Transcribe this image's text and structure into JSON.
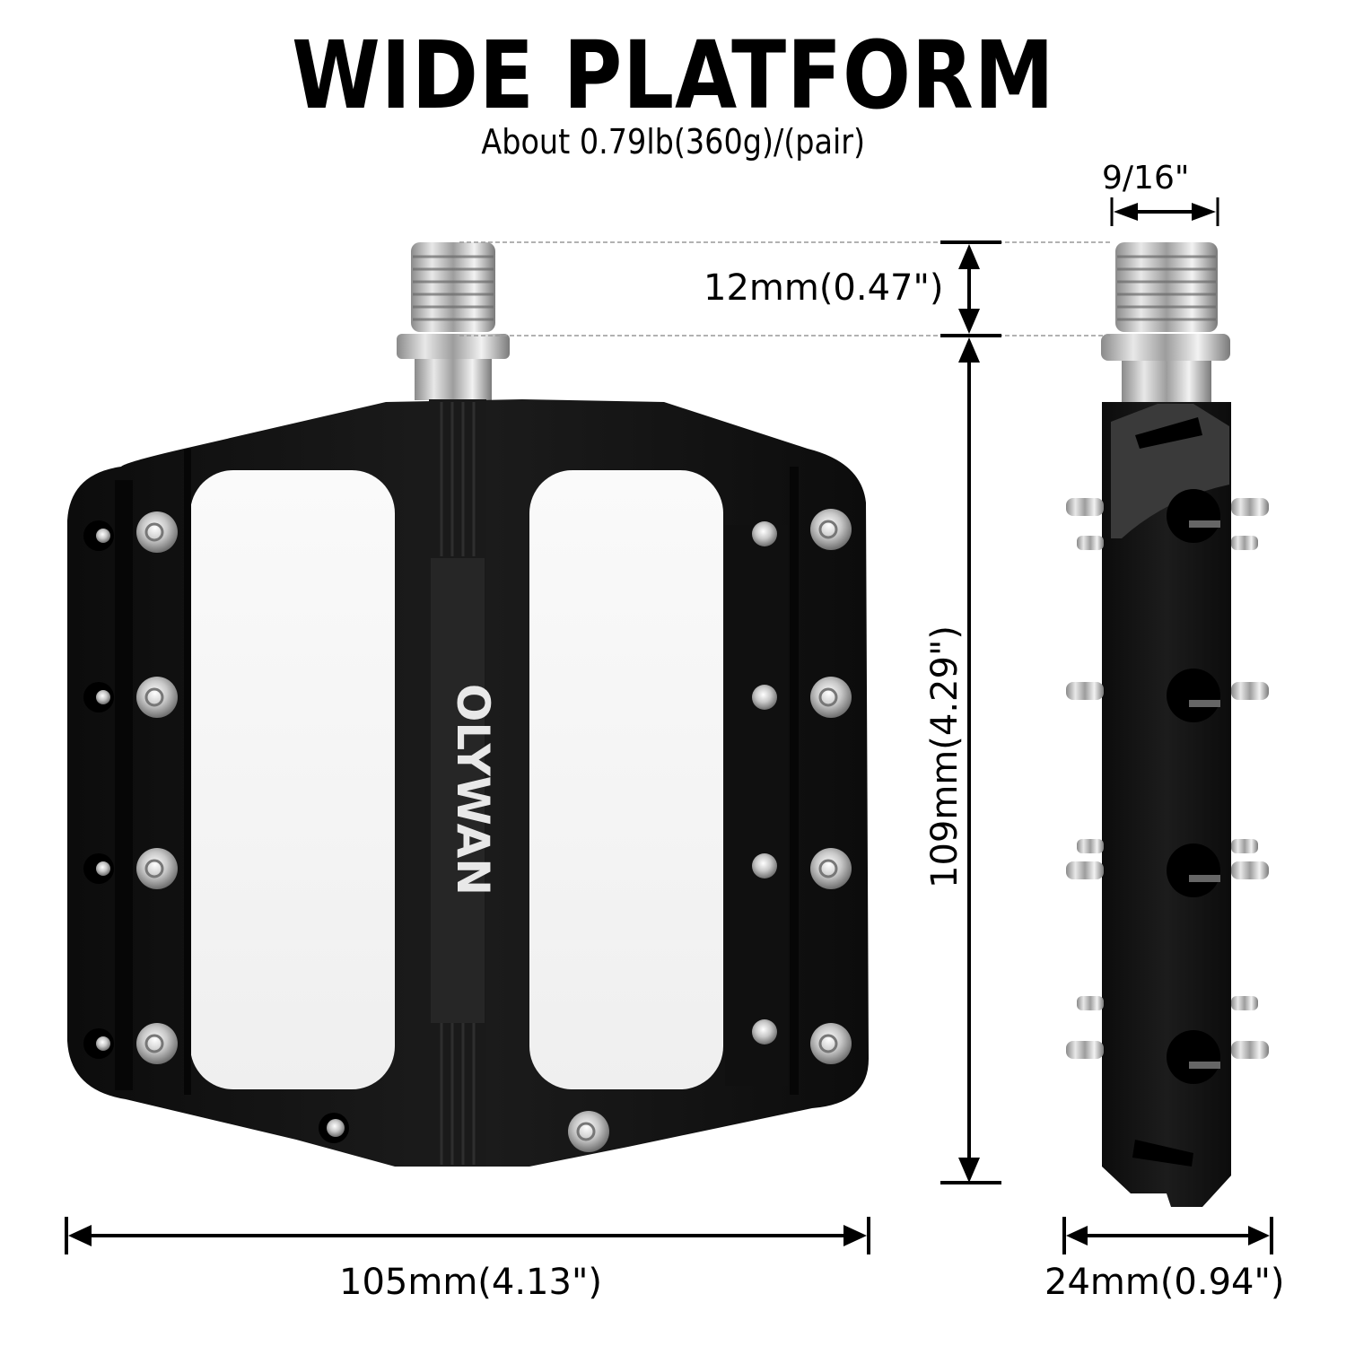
{
  "header": {
    "title": "WIDE PLATFORM",
    "subtitle": "About 0.79lb(360g)/(pair)"
  },
  "product": {
    "brand": "OLYWAN",
    "body_color": "#141414",
    "metal_color": "#c9c9c9",
    "views": [
      "front-view",
      "side-view"
    ]
  },
  "dimensions": {
    "axle_thread_size": "9/16\"",
    "axle_length": "12mm(0.47\")",
    "platform_length": "109mm(4.29\")",
    "platform_width": "105mm(4.13\")",
    "platform_thickness": "24mm(0.94\")"
  }
}
